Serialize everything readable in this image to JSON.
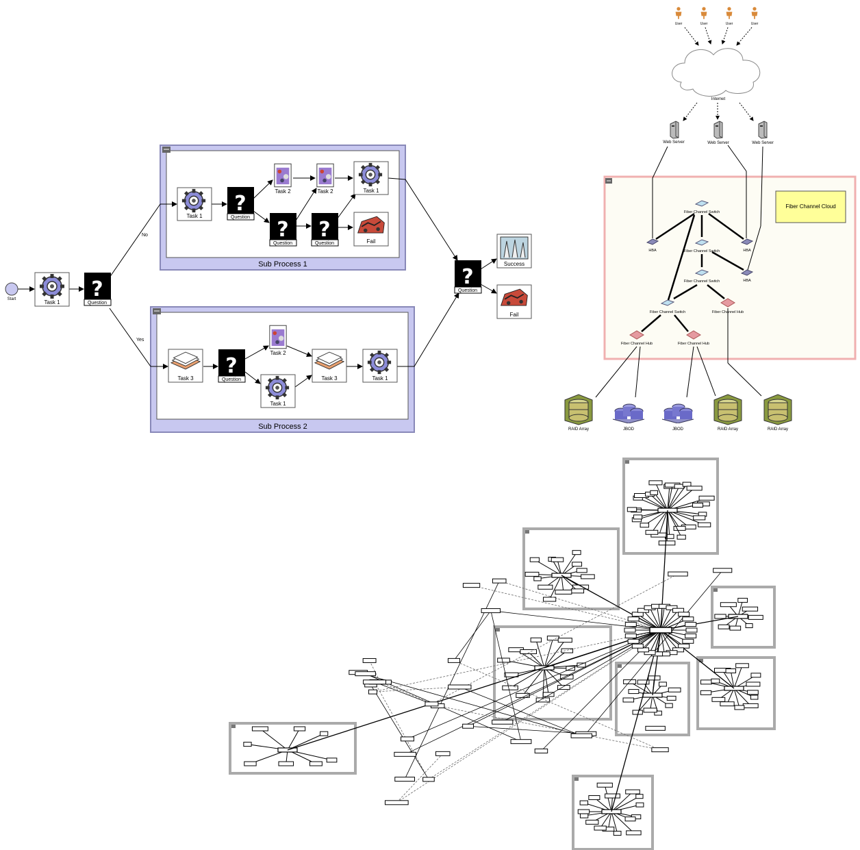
{
  "workflow": {
    "start_label": "Start",
    "task1_label": "Task 1",
    "question_label": "Question",
    "no_label": "No",
    "yes_label": "Yes",
    "subprocess1": {
      "title": "Sub Process 1",
      "task1": "Task 1",
      "question_a": "Question",
      "question_b": "Question",
      "question_c": "Question",
      "task2_a": "Task 2",
      "task2_b": "Task 2",
      "task1_b": "Task 1",
      "fail": "Fail"
    },
    "subprocess2": {
      "title": "Sub Process 2",
      "task3_a": "Task 3",
      "question": "Question",
      "task2": "Task 2",
      "task1_a": "Task 1",
      "task3_b": "Task 3",
      "task1_b": "Task 1"
    },
    "final_question": "Question",
    "success": "Success",
    "fail": "Fail"
  },
  "network": {
    "users": [
      "User",
      "User",
      "User",
      "User"
    ],
    "internet": "Internet",
    "web_servers": [
      "Web Server",
      "Web Server",
      "Web Server"
    ],
    "cloud_label": "Fiber Channel Cloud",
    "switches": [
      "Fiber Channel Switch",
      "Fiber Channel Switch",
      "Fiber Channel Switch",
      "Fiber Channel Switch"
    ],
    "hba": [
      "HBA",
      "HBA",
      "HBA"
    ],
    "hubs": [
      "Fiber Channel Hub",
      "Fiber Channel Hub",
      "Fiber Channel Hub"
    ],
    "storage": [
      "RAID Array",
      "JBOD",
      "JBOD",
      "RAID Array",
      "RAID Array"
    ],
    "colors": {
      "cloud_border": "#f0b0b0",
      "cloud_note": "#ffff99",
      "subprocess_fill": "#c8c8f0"
    }
  },
  "cluster_graph": {
    "cluster_captions": [
      "",
      "",
      "",
      "",
      "",
      "",
      "",
      "",
      "",
      ""
    ]
  }
}
